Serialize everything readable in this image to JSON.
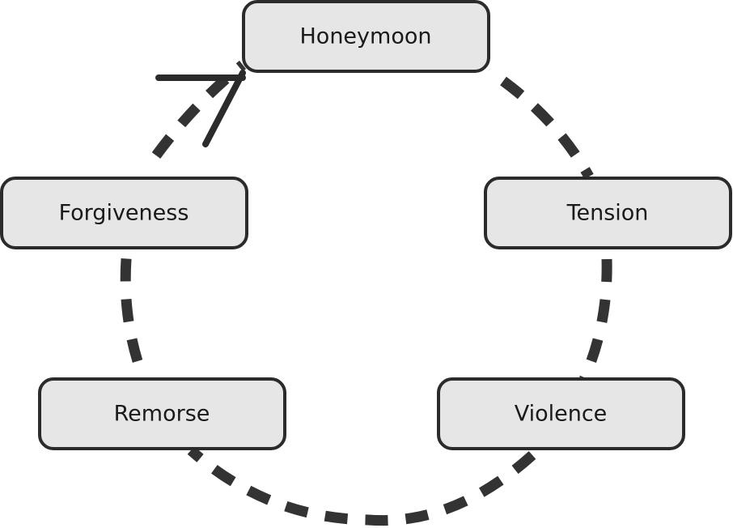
{
  "diagram": {
    "type": "cycle",
    "stages": [
      {
        "id": "honeymoon",
        "label": "Honeymoon"
      },
      {
        "id": "tension",
        "label": "Tension"
      },
      {
        "id": "violence",
        "label": "Violence"
      },
      {
        "id": "remorse",
        "label": "Remorse"
      },
      {
        "id": "forgiveness",
        "label": "Forgiveness"
      }
    ],
    "connector_style": "dashed",
    "colors": {
      "node_fill": "#e6e6e6",
      "node_stroke": "#2b2b2b",
      "connector": "#333333",
      "text": "#1a1a1a"
    }
  }
}
